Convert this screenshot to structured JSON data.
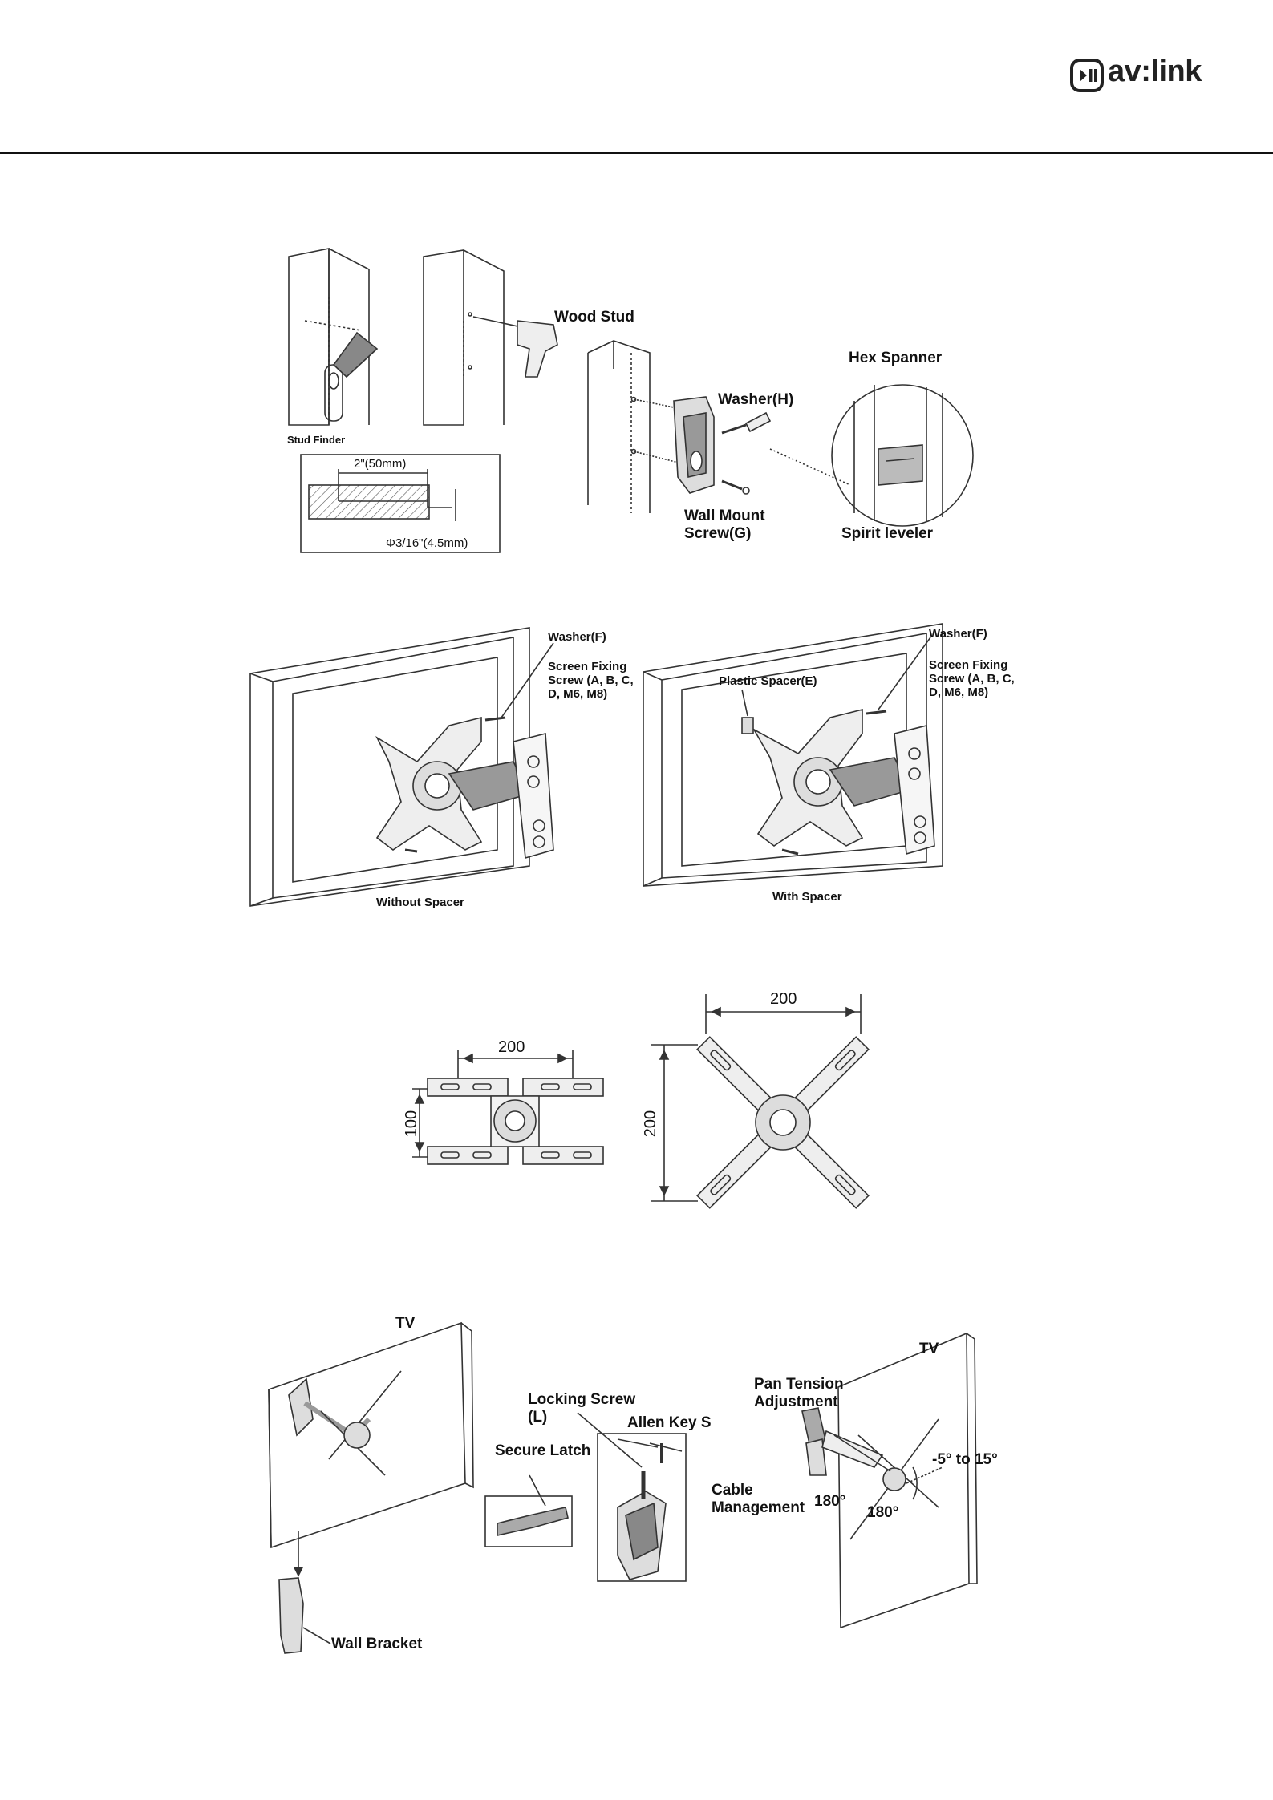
{
  "header": {
    "logo_text": "av:link",
    "logo_icon": "play-pause-icon"
  },
  "step1": {
    "stud_finder": "Stud Finder",
    "drill_width": "2\"(50mm)",
    "drill_dia": "Φ3/16\"(4.5mm)",
    "wood_stud": "Wood Stud",
    "hex_spanner": "Hex Spanner",
    "washer_h": "Washer(H)",
    "wall_mount_screw_1": "Wall Mount",
    "wall_mount_screw_2": "Screw(G)",
    "spirit_leveler": "Spirit leveler"
  },
  "step2": {
    "left_washer": "Washer(F)",
    "left_screw_1": "Screen Fixing",
    "left_screw_2": "Screw (A, B, C,",
    "left_screw_3": "D, M6, M8)",
    "left_caption": "Without Spacer",
    "right_washer": "Washer(F)",
    "right_screw_1": "Screen Fixing",
    "right_screw_2": "Screw (A, B, C,",
    "right_screw_3": "D, M6, M8)",
    "plastic_spacer": "Plastic Spacer(E)",
    "right_caption": "With Spacer"
  },
  "step3": {
    "h_width": "200",
    "h_height": "100",
    "x_width": "200",
    "x_height": "200"
  },
  "step4": {
    "tv_left": "TV",
    "wall_bracket": "Wall Bracket",
    "locking_screw_1": "Locking Screw",
    "locking_screw_2": "(L)",
    "allen_key": "Allen Key S",
    "secure_latch": "Secure Latch",
    "pan_tension_1": "Pan Tension",
    "pan_tension_2": "Adjustment",
    "tv_right": "TV",
    "tilt_range": "-5° to 15°",
    "cable_mgmt_1": "Cable",
    "cable_mgmt_2": "Management",
    "swivel_a": "180°",
    "swivel_b": "180°"
  }
}
